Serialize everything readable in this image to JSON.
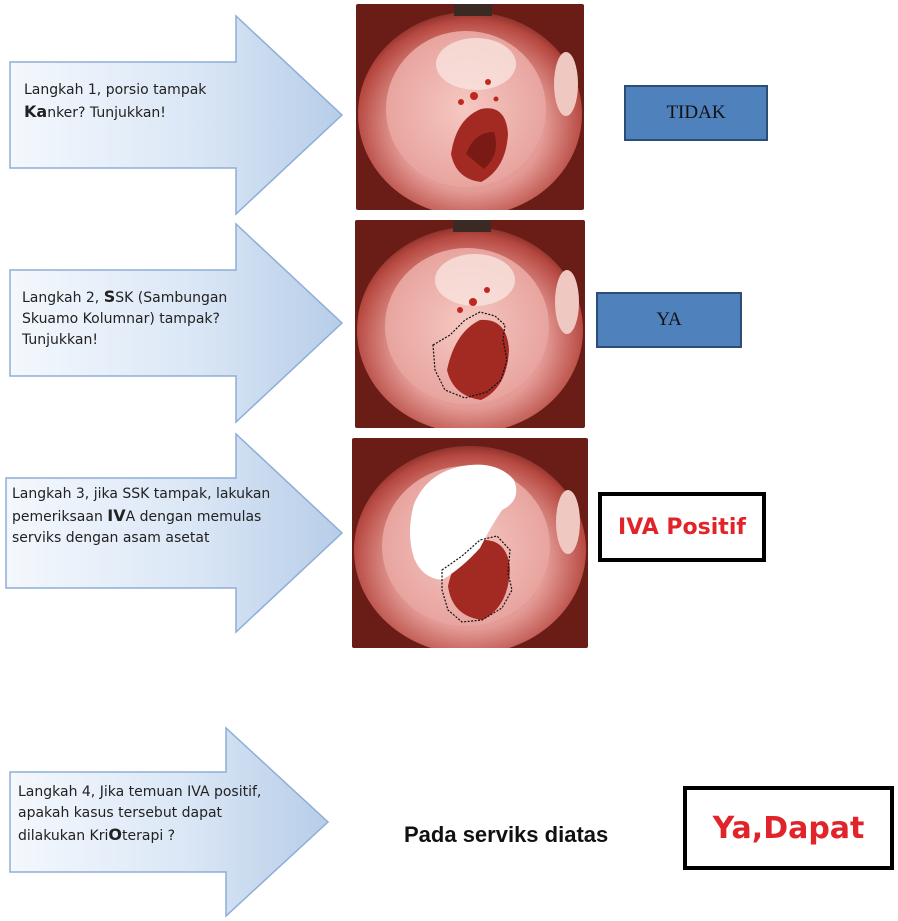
{
  "steps": [
    {
      "pre": "Langkah 1, porsio tampak ",
      "bold": "Ka",
      "post": "nker? Tunjukkan!"
    },
    {
      "pre": "Langkah 2, ",
      "bold": "S",
      "post": "SK (Sambungan Skuamo Kolumnar) tampak? Tunjukkan!"
    },
    {
      "pre": "Langkah 3, jika SSK tampak, lakukan pemeriksaan ",
      "bold": "IV",
      "post": "A dengan memulas serviks dengan asam asetat"
    },
    {
      "pre": "Langkah 4, Jika temuan IVA positif, apakah kasus tersebut dapat dilakukan Kri",
      "bold": "O",
      "post": "terapi ?"
    }
  ],
  "answers": {
    "step1": "TIDAK",
    "step2": "YA",
    "step3": "IVA Positif",
    "step4_prefix": "Pada serviks diatas",
    "step4": "Ya,Dapat"
  },
  "colors": {
    "arrow_light": "#f4f8fd",
    "arrow_dark": "#b7cde8",
    "answer_box": "#4f81bd",
    "positive_text": "#e0242a"
  }
}
